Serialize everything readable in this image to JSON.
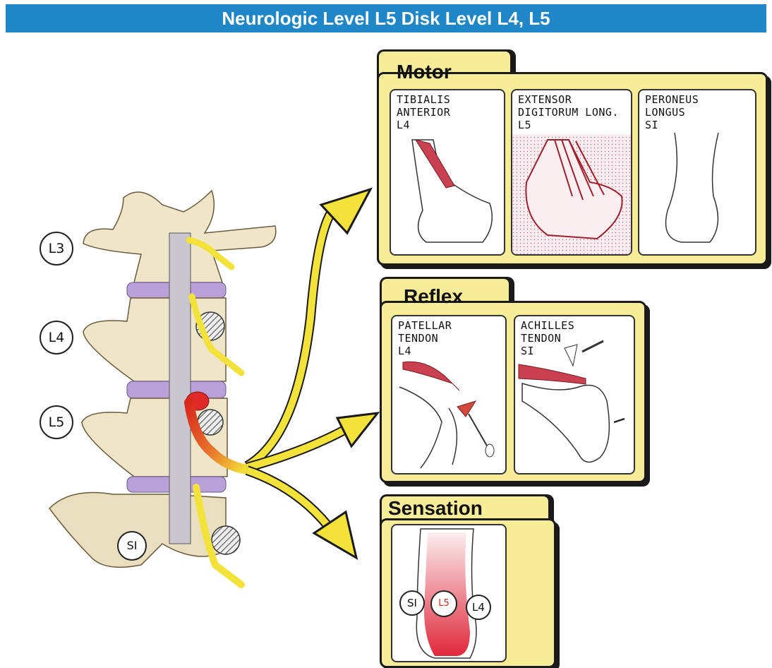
{
  "header": {
    "title": "Neurologic Level L5 Disk Level L4, L5"
  },
  "spine": {
    "labels": [
      "L3",
      "L4",
      "L5",
      "SI"
    ]
  },
  "motor": {
    "title": "Motor",
    "cards": [
      {
        "label": "TIBIALIS\nANTERIOR\nL4"
      },
      {
        "label": "EXTENSOR\nDIGITORUM LONG.\nL5"
      },
      {
        "label": "PERONEUS\nLONGUS\nSI"
      }
    ]
  },
  "reflex": {
    "title": "Reflex",
    "cards": [
      {
        "label": "PATELLAR\nTENDON\nL4"
      },
      {
        "label": "ACHILLES\nTENDON\nSI"
      }
    ]
  },
  "sensation": {
    "title": "Sensation",
    "labels": [
      "SI",
      "L5",
      "L4"
    ]
  },
  "colors": {
    "banner": "#1f86c7",
    "panel": "#f7ec98",
    "arrow": "#f2e23a",
    "nerve_affected": "#d9281e",
    "disk": "#b9a0d8"
  }
}
